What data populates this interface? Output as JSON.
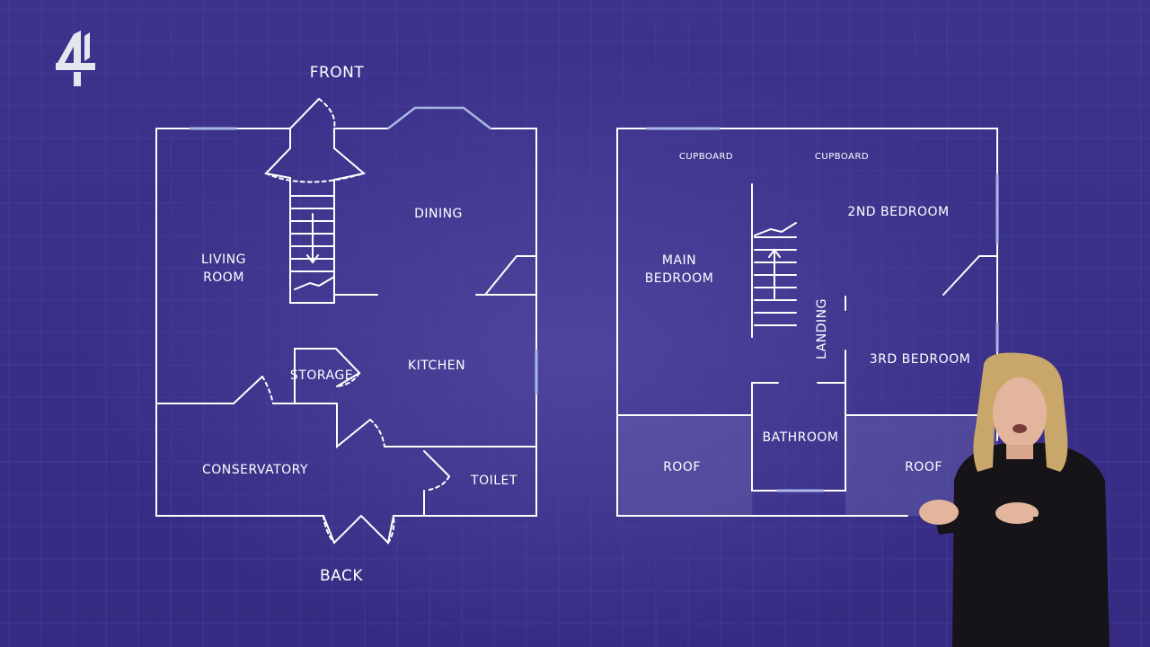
{
  "colors": {
    "background": "#3b3189",
    "grid": "#4b43a0",
    "line": "#ffffff",
    "window": "#a9b8e8",
    "roof_fill": "#6a63b0"
  },
  "logo": {
    "icon": "channel-4-logo",
    "glyph": "4"
  },
  "ground_floor": {
    "front": "FRONT",
    "back": "BACK",
    "rooms": {
      "living_room_line1": "LIVING",
      "living_room_line2": "ROOM",
      "dining": "DINING",
      "storage": "STORAGE",
      "kitchen": "KITCHEN",
      "conservatory": "CONSERVATORY",
      "toilet": "TOILET"
    }
  },
  "first_floor": {
    "rooms": {
      "cupboard_left": "CUPBOARD",
      "cupboard_right": "CUPBOARD",
      "second_bedroom": "2ND BEDROOM",
      "main_bedroom_line1": "MAIN",
      "main_bedroom_line2": "BEDROOM",
      "landing": "LANDING",
      "third_bedroom": "3RD BEDROOM",
      "bathroom": "BATHROOM",
      "roof_left": "ROOF",
      "roof_right": "ROOF"
    }
  },
  "signer": {
    "icon": "sign-language-interpreter"
  }
}
